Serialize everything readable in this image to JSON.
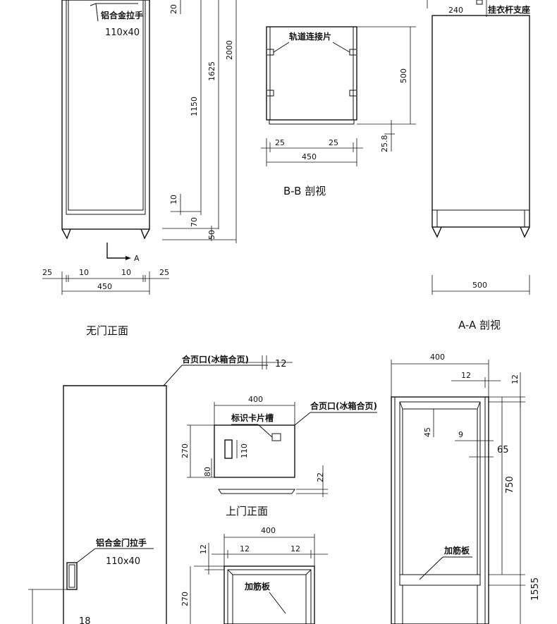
{
  "front_no_door": {
    "caption": "无门正面",
    "handle_label": "铝合金拉手",
    "handle_size": "110x40",
    "dims": {
      "d20": "20",
      "d2000": "2000",
      "d1625": "1625",
      "d1150": "1150",
      "d10": "10",
      "d70": "70",
      "d50": "50"
    },
    "bottom_dims": {
      "d25a": "25",
      "d10a": "10",
      "d10b": "10",
      "d25b": "25",
      "d450": "450"
    },
    "section_mark": "A"
  },
  "section_bb": {
    "caption": "B-B 剖视",
    "rail_label": "轨道连接片",
    "dims": {
      "d500": "500",
      "d25_8": "25.8",
      "d25a": "25",
      "d25b": "25",
      "d450": "450"
    }
  },
  "section_aa": {
    "caption": "A-A 剖视",
    "rod_label": "挂衣杆支座",
    "dims": {
      "d240": "240",
      "d500": "500"
    }
  },
  "door_front": {
    "hinge_label": "合页口(冰箱合页)",
    "d12": "12",
    "handle_label": "铝合金门拉手",
    "handle_size": "110x40",
    "d18": "18"
  },
  "upper_door": {
    "caption": "上门正面",
    "card_label": "标识卡片槽",
    "hinge_label": "合页口(冰箱合页)",
    "dims": {
      "d400": "400",
      "d270": "270",
      "d110": "110",
      "d80": "80",
      "d22": "22"
    }
  },
  "frame_detail": {
    "rib_label": "加筋板",
    "dims": {
      "d400": "400",
      "d12a": "12",
      "d12b": "12",
      "d12c": "12",
      "d270": "270"
    }
  },
  "right_frame": {
    "rib_label": "加筋板",
    "dims": {
      "d400": "400",
      "d12a": "12",
      "d12b": "12",
      "d45": "45",
      "d9": "9",
      "d65": "65",
      "d750": "750",
      "d1555": "1555"
    }
  }
}
